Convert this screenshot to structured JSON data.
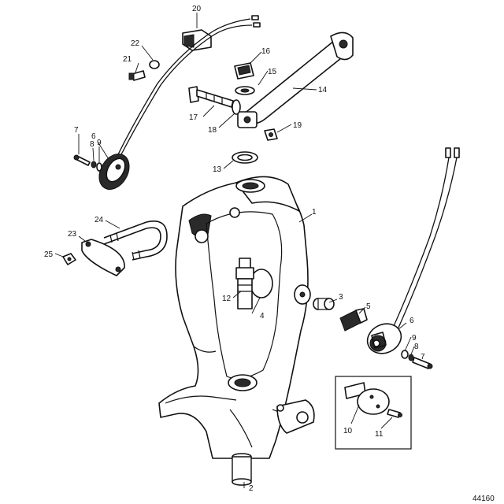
{
  "figure_id": "44160",
  "callouts": {
    "c1": "1",
    "c2": "2",
    "c3": "3",
    "c4": "4",
    "c5": "5",
    "c6a": "6",
    "c6b": "6",
    "c7a": "7",
    "c7b": "7",
    "c8a": "8",
    "c8b": "8",
    "c9a": "9",
    "c9b": "9",
    "c10": "10",
    "c11": "11",
    "c12": "12",
    "c13": "13",
    "c14": "14",
    "c15": "15",
    "c16": "16",
    "c17": "17",
    "c18": "18",
    "c19": "19",
    "c20": "20",
    "c21": "21",
    "c22": "22",
    "c23": "23",
    "c24": "24",
    "c25": "25"
  }
}
